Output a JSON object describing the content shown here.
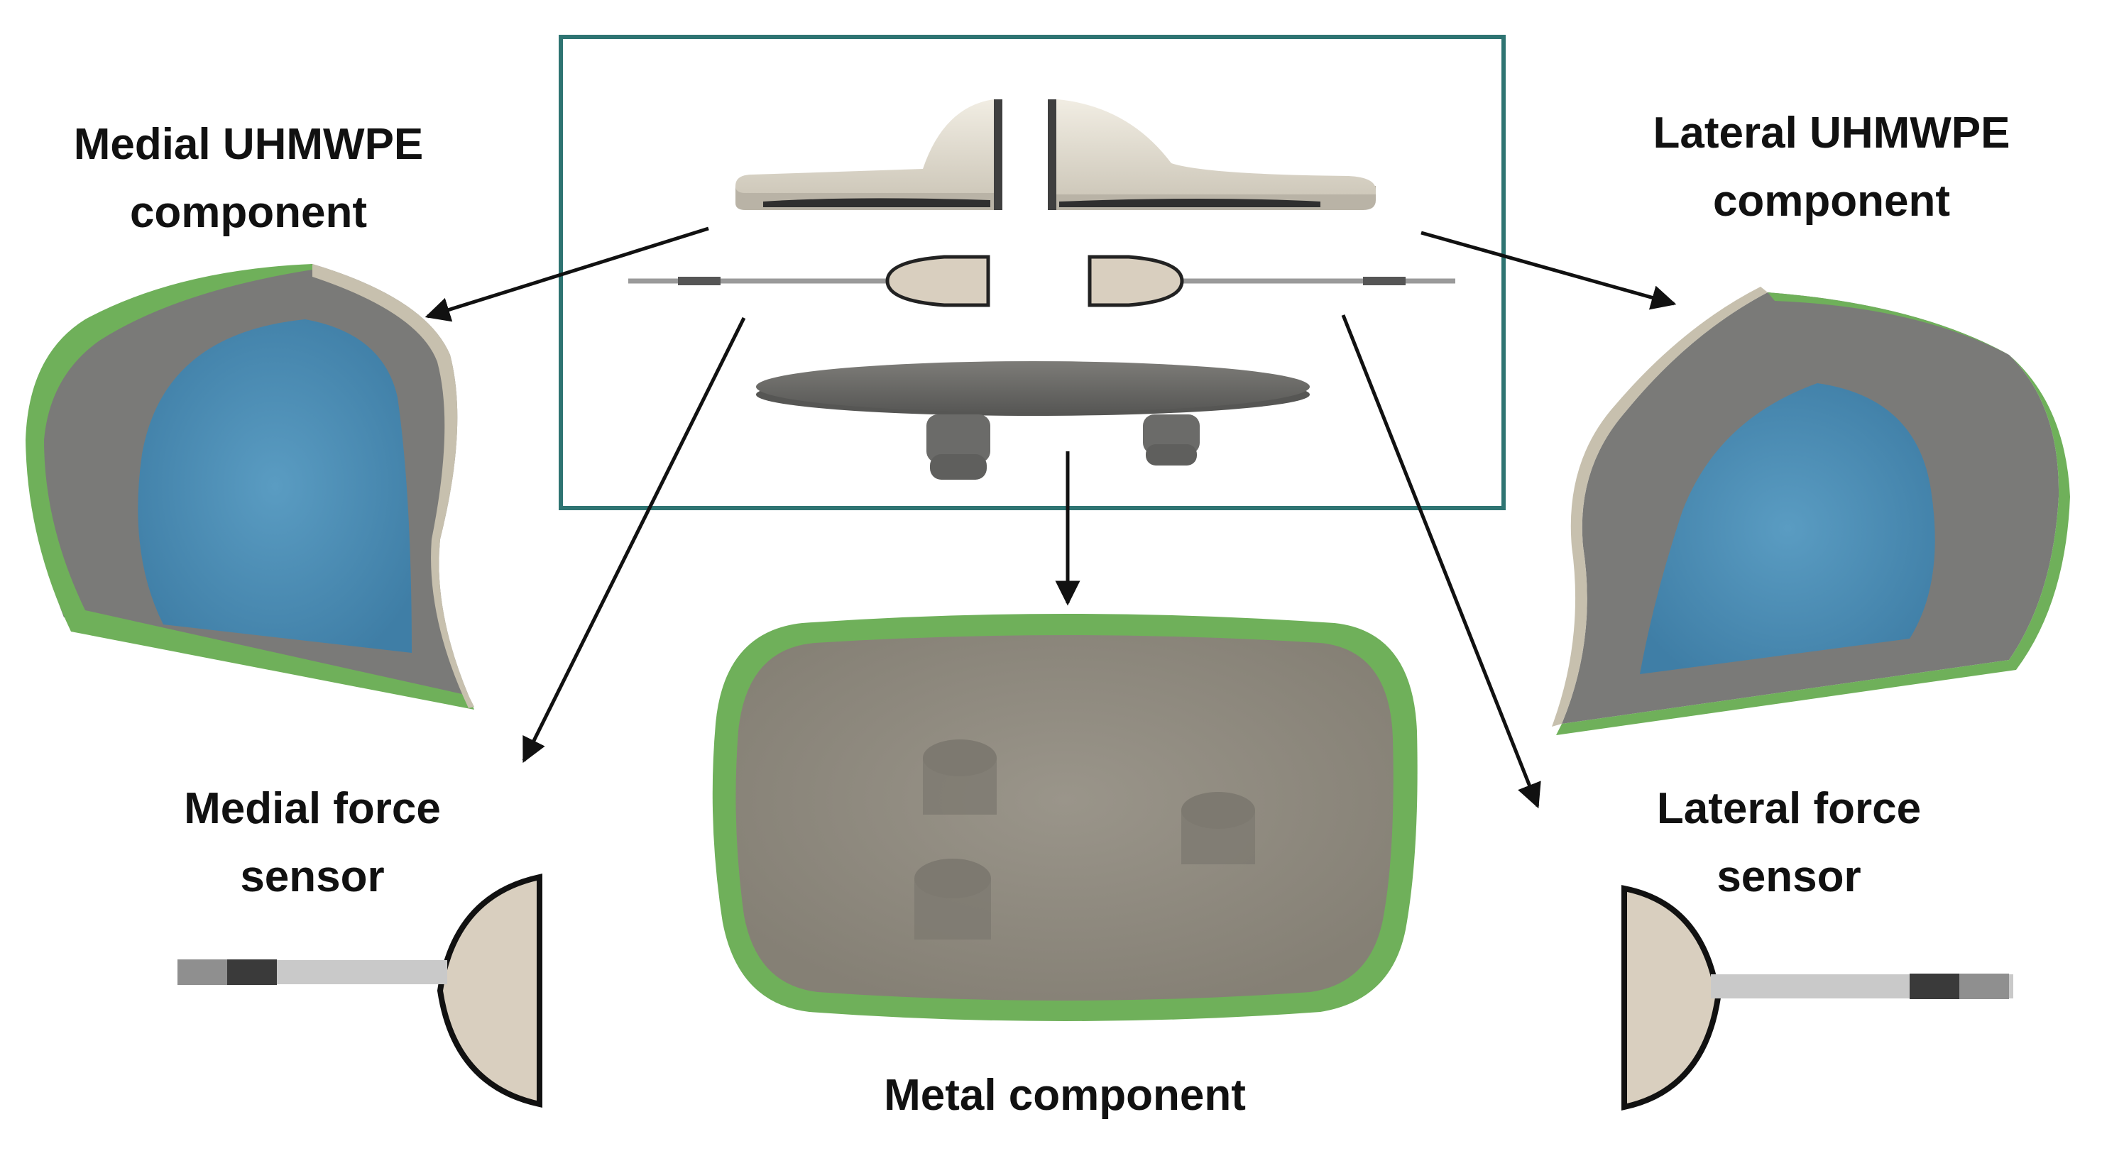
{
  "labels": {
    "medial_uhmwpe": [
      "Medial UHMWPE",
      "component"
    ],
    "lateral_uhmwpe": [
      "Lateral UHMWPE",
      "component"
    ],
    "medial_sensor": [
      "Medial force",
      "sensor"
    ],
    "lateral_sensor": [
      "Lateral force",
      "sensor"
    ],
    "metal": "Metal component"
  },
  "colors": {
    "frame": "#2e7472",
    "uhmwpe": "#e2ddd0",
    "metal": "#8e8a80",
    "metal_dark": "#5e5e5c",
    "green_rim": "#6fb05a",
    "blue_pad": "#4f8fb6",
    "sensor_disc": "#d9cfbf",
    "arrow": "#111111"
  }
}
